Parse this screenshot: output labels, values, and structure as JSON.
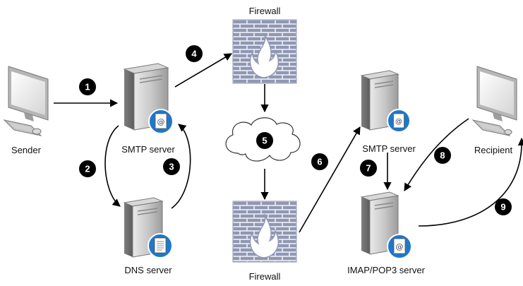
{
  "nodes": {
    "sender": {
      "label": "Sender",
      "icon": "desktop-computer-icon"
    },
    "smtp_server_1": {
      "label": "SMTP server",
      "icon": "server-tower-icon",
      "badge": "email-at-badge-icon"
    },
    "dns_server": {
      "label": "DNS server",
      "icon": "server-tower-icon",
      "badge": "document-badge-icon"
    },
    "firewall_top": {
      "label": "Firewall",
      "icon": "firewall-brick-icon"
    },
    "internet_cloud": {
      "label": "",
      "icon": "cloud-icon"
    },
    "firewall_bottom": {
      "label": "Firewall",
      "icon": "firewall-brick-icon"
    },
    "smtp_server_2": {
      "label": "SMTP server",
      "icon": "server-tower-icon",
      "badge": "email-at-badge-icon"
    },
    "imap_pop3_server": {
      "label": "IMAP/POP3 server",
      "icon": "server-tower-icon",
      "badge": "email-at-badge-icon"
    },
    "recipient": {
      "label": "Recipient",
      "icon": "desktop-computer-icon"
    }
  },
  "steps": [
    "1",
    "2",
    "3",
    "4",
    "5",
    "6",
    "7",
    "8",
    "9"
  ],
  "colors": {
    "badge_blue": "#1f77c9",
    "firewall_brick": "#8f97b3",
    "flame": "#ffffff",
    "marker": "#000000",
    "server_gray": "#9a9a9a"
  }
}
